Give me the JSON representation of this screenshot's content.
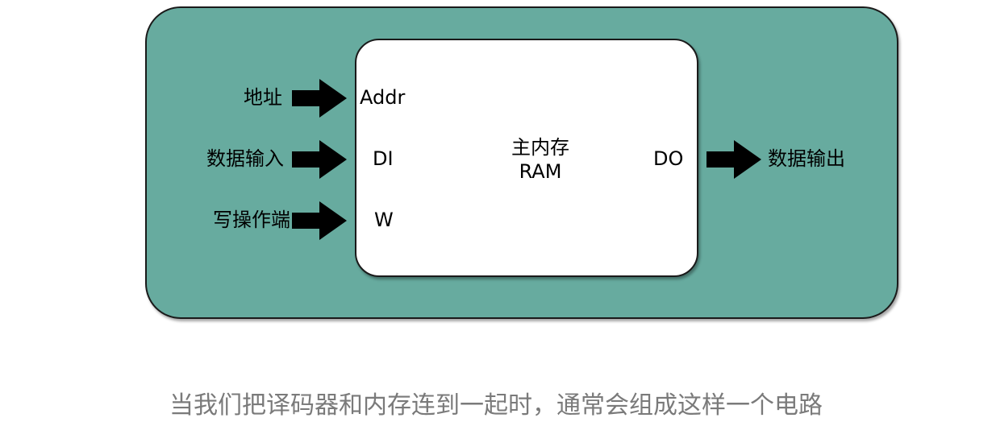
{
  "diagram": {
    "inputs": [
      {
        "label": "地址",
        "port": "Addr"
      },
      {
        "label": "数据输入",
        "port": "DI"
      },
      {
        "label": "写操作端",
        "port": "W"
      }
    ],
    "output": {
      "label": "数据输出",
      "port": "DO"
    },
    "memory": {
      "title_line1": "主内存",
      "title_line2": "RAM"
    },
    "colors": {
      "outer_fill": "#67ab9f",
      "inner_fill": "#ffffff",
      "arrow": "#000000"
    }
  },
  "caption": "当我们把译码器和内存连到一起时，通常会组成这样一个电路"
}
